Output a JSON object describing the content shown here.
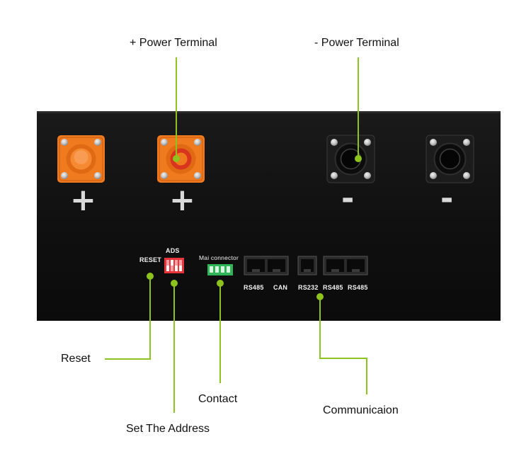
{
  "callouts": {
    "pos_terminal": "+ Power Terminal",
    "neg_terminal": "- Power Terminal",
    "reset": "Reset",
    "set_address": "Set The Address",
    "contact": "Contact",
    "communication": "Communicaion"
  },
  "panel": {
    "reset_label": "RESET",
    "ads_label": "ADS",
    "main_connector_label": "Mai connector",
    "ports": [
      "RS485",
      "CAN",
      "RS232",
      "RS485",
      "RS485"
    ],
    "plus_sign": "+",
    "minus_sign": "-"
  },
  "colors": {
    "leader_line": "#8dc21f",
    "positive_terminal": "#f07a1e",
    "panel": "#111111",
    "dip_switch": "#e8343c",
    "terminal_block": "#2fb457"
  }
}
